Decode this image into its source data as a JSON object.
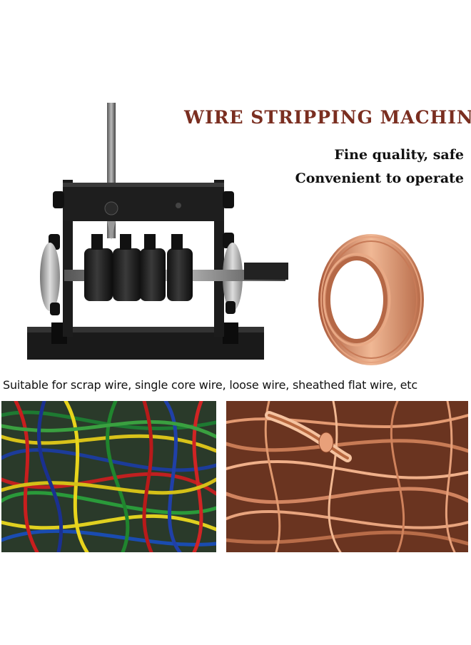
{
  "header": {
    "title": "WIRE STRIPPING MACHINE",
    "tagline_1": "Fine quality, safe",
    "tagline_2": "Convenient to operate"
  },
  "caption": {
    "suitable": "Suitable for scrap wire, single core wire, loose wire, sheathed flat wire, etc"
  },
  "colors": {
    "title": "#7a2e20",
    "copper": "#c8825f",
    "machine": "#1c1c1c"
  },
  "images": {
    "machine": "wire-stripping-machine",
    "coil": "copper-wire-coil",
    "left_photo": "colorful-insulated-wires",
    "right_photo": "scrap-copper-wires"
  }
}
